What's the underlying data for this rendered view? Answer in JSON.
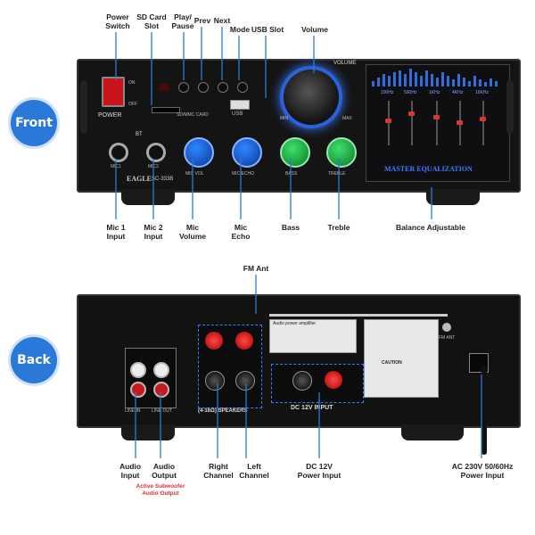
{
  "front": {
    "badge": "Front",
    "top_labels": {
      "power_switch": "Power\nSwitch",
      "sd_card": "SD Card\nSlot",
      "play_pause": "Play/\nPause",
      "prev": "Prev",
      "next": "Next",
      "mode": "Mode",
      "usb_slot": "USB Slot",
      "volume": "Volume"
    },
    "bottom_labels": {
      "mic1_input": "Mic 1\nInput",
      "mic2_input": "Mic 2\nInput",
      "mic_volume": "Mic\nVolume",
      "mic_echo": "Mic\nEcho",
      "bass": "Bass",
      "treble": "Treble",
      "balance": "Balance Adjustable"
    },
    "panel_text": {
      "power": "POWER",
      "on": "ON",
      "off": "OFF",
      "bt": "BT",
      "mic1": "MIC1",
      "mic2": "MIC2",
      "brand": "EAGLE",
      "model": "SC-333B",
      "volume": "VOLUME",
      "min": "MIN",
      "max": "MAX",
      "usb": "USB",
      "sd_mmc": "SD/MMC CARD",
      "mic_vol": "MIC VOL",
      "mic_echo": "MIC ECHO",
      "bass": "BASS",
      "treble": "TREBLE",
      "eq_title": "MASTER EQUALIZATION",
      "eq_bands": [
        "100Hz",
        "500Hz",
        "1KHz",
        "4KHz",
        "16KHz"
      ]
    }
  },
  "back": {
    "badge": "Back",
    "top_labels": {
      "fm_ant": "FM Ant"
    },
    "bottom_labels": {
      "audio_input": "Audio\nInput",
      "audio_output": "Audio\nOutput",
      "right_channel": "Right\nChannel",
      "left_channel": "Left\nChannel",
      "dc_input": "DC 12V\nPower Input",
      "ac_input": "AC 230V 50/60Hz\nPower Input"
    },
    "note": "Active Subwoofer\nAudio Output",
    "panel_text": {
      "speakers": "(4-16Ω) SPEAKERS",
      "dc_input": "DC 12V INPUT",
      "line_in": "LINE IN",
      "line_out": "LINE OUT",
      "spec_title": "Audio power amplifier",
      "caution": "CAUTION",
      "fm_ant": "FM ANT"
    }
  }
}
